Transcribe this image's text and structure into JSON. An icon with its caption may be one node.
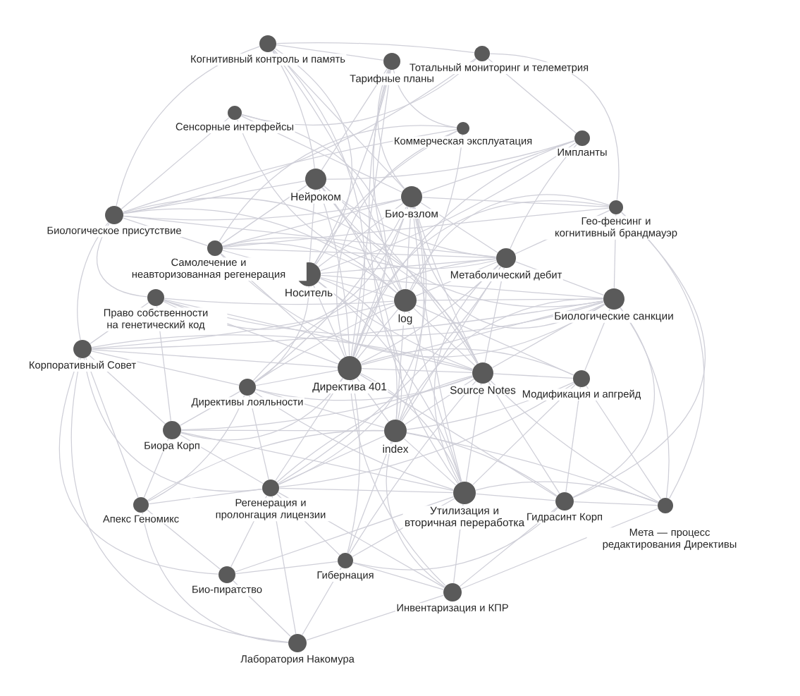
{
  "diagram": {
    "nodes": [
      {
        "text": [
          "Когнитивный контроль и память"
        ]
      },
      {
        "text": [
          "Тарифные планы"
        ]
      },
      {
        "text": [
          "Тотальный мониторинг и телеметрия"
        ]
      },
      {
        "text": [
          "Сенсорные интерфейсы"
        ]
      },
      {
        "text": [
          "Коммерческая эксплуатация"
        ]
      },
      {
        "text": [
          "Импланты"
        ]
      },
      {
        "text": [
          "Нейроком"
        ]
      },
      {
        "text": [
          "Био-взлом"
        ]
      },
      {
        "text": [
          "Гео-фенсинг и когнитивный брандмауэр"
        ]
      },
      {
        "text": [
          "Биологическое присутствие"
        ]
      },
      {
        "text": [
          "Самолечение и неавторизованная регенерация"
        ]
      },
      {
        "text": [
          "Метаболический дебит"
        ]
      },
      {
        "text": [
          "Носитель"
        ]
      },
      {
        "text": [
          "Право собственности на генетический код"
        ]
      },
      {
        "text": [
          "log"
        ]
      },
      {
        "text": [
          "Биологические санкции"
        ]
      },
      {
        "text": [
          "Корпоративный Совет"
        ]
      },
      {
        "text": [
          "Директива 401"
        ]
      },
      {
        "text": [
          "Source Notes"
        ]
      },
      {
        "text": [
          "Модификация и апгрейд"
        ]
      },
      {
        "text": [
          "Директивы лояльности"
        ]
      },
      {
        "text": [
          "Биора Корп"
        ]
      },
      {
        "text": [
          "index"
        ]
      },
      {
        "text": [
          "Регенерация и пролонгация лицензии"
        ]
      },
      {
        "text": [
          "Утилизация и вторичная переработка"
        ]
      },
      {
        "text": [
          "Гидрасинт Корп"
        ]
      },
      {
        "text": [
          "Апекс Геномикс"
        ]
      },
      {
        "text": [
          "Мета — процесс редактирования Директивы"
        ]
      },
      {
        "text": [
          "Гибернация"
        ]
      },
      {
        "text": [
          "Био-пиратство"
        ]
      },
      {
        "text": [
          "Инвентаризация и КПР"
        ]
      },
      {
        "text": [
          "Лаборатория Накомура"
        ]
      }
    ],
    "edges": [
      {
        "from": 0,
        "to": 2,
        "arrow": "none"
      },
      {
        "from": 0,
        "to": 1,
        "arrow": "none"
      },
      {
        "from": 0,
        "to": 9,
        "arrow": "none"
      },
      {
        "from": 0,
        "to": 12,
        "arrow": "none"
      },
      {
        "from": 0,
        "to": 17,
        "arrow": "none"
      },
      {
        "from": 0,
        "to": 14,
        "arrow": "none"
      },
      {
        "from": 0,
        "to": 7,
        "arrow": "none"
      },
      {
        "from": 0,
        "to": 6,
        "arrow": "none"
      },
      {
        "from": 2,
        "to": 5,
        "arrow": "none"
      },
      {
        "from": 2,
        "to": 8,
        "arrow": "none"
      },
      {
        "from": 2,
        "to": 9,
        "arrow": "none"
      },
      {
        "from": 2,
        "to": 3,
        "arrow": "none"
      },
      {
        "from": 1,
        "to": 12,
        "arrow": "none"
      },
      {
        "from": 1,
        "to": 17,
        "arrow": "none"
      },
      {
        "from": 1,
        "to": 14,
        "arrow": "none"
      },
      {
        "from": 1,
        "to": 24,
        "arrow": "none"
      },
      {
        "from": 1,
        "to": 7,
        "arrow": "none"
      },
      {
        "from": 1,
        "to": 6,
        "arrow": "none"
      },
      {
        "from": 1,
        "to": 4,
        "arrow": "none"
      },
      {
        "from": 3,
        "to": 9,
        "arrow": "none"
      },
      {
        "from": 3,
        "to": 17,
        "arrow": "none"
      },
      {
        "from": 3,
        "to": 7,
        "arrow": "none"
      },
      {
        "from": 3,
        "to": 11,
        "arrow": "none"
      },
      {
        "from": 4,
        "to": 17,
        "arrow": "none"
      },
      {
        "from": 4,
        "to": 12,
        "arrow": "none"
      },
      {
        "from": 4,
        "to": 10,
        "arrow": "none"
      },
      {
        "from": 4,
        "to": 14,
        "arrow": "none"
      },
      {
        "from": 4,
        "to": 9,
        "arrow": "none"
      },
      {
        "from": 5,
        "to": 11,
        "arrow": "none"
      },
      {
        "from": 5,
        "to": 17,
        "arrow": "none"
      },
      {
        "from": 5,
        "to": 12,
        "arrow": "none"
      },
      {
        "from": 5,
        "to": 7,
        "arrow": "none"
      },
      {
        "from": 5,
        "to": 6,
        "arrow": "none"
      },
      {
        "from": 6,
        "to": 9,
        "arrow": "none"
      },
      {
        "from": 6,
        "to": 12,
        "arrow": "none"
      },
      {
        "from": 6,
        "to": 17,
        "arrow": "none"
      },
      {
        "from": 6,
        "to": 14,
        "arrow": "none"
      },
      {
        "from": 6,
        "to": 22,
        "arrow": "none"
      },
      {
        "from": 6,
        "to": 11,
        "arrow": "none"
      },
      {
        "from": 6,
        "to": 18,
        "arrow": "none"
      },
      {
        "from": 6,
        "to": 15,
        "arrow": "none"
      },
      {
        "from": 6,
        "to": 10,
        "arrow": "none"
      },
      {
        "from": 7,
        "to": 12,
        "arrow": "none"
      },
      {
        "from": 7,
        "to": 14,
        "arrow": "none"
      },
      {
        "from": 7,
        "to": 17,
        "arrow": "none"
      },
      {
        "from": 7,
        "to": 22,
        "arrow": "none"
      },
      {
        "from": 7,
        "to": 18,
        "arrow": "none"
      },
      {
        "from": 7,
        "to": 11,
        "arrow": "none"
      },
      {
        "from": 7,
        "to": 20,
        "arrow": "none"
      },
      {
        "from": 7,
        "to": 13,
        "arrow": "none"
      },
      {
        "from": 7,
        "to": 10,
        "arrow": "none"
      },
      {
        "from": 7,
        "to": 24,
        "arrow": "none"
      },
      {
        "from": 7,
        "to": 8,
        "arrow": "none"
      },
      {
        "from": 7,
        "to": 9,
        "arrow": "none"
      },
      {
        "from": 7,
        "to": 15,
        "arrow": "none"
      },
      {
        "from": 7,
        "to": 23,
        "arrow": "none"
      },
      {
        "from": 8,
        "to": 11,
        "arrow": "none"
      },
      {
        "from": 8,
        "to": 15,
        "arrow": "none"
      },
      {
        "from": 8,
        "to": 17,
        "arrow": "none"
      },
      {
        "from": 8,
        "to": 25,
        "arrow": "none"
      },
      {
        "from": 8,
        "to": 10,
        "arrow": "none"
      },
      {
        "from": 8,
        "to": 27,
        "arrow": "none"
      },
      {
        "from": 8,
        "to": 14,
        "arrow": "none"
      },
      {
        "from": 9,
        "to": 10,
        "arrow": "none"
      },
      {
        "from": 9,
        "to": 13,
        "arrow": "none"
      },
      {
        "from": 9,
        "to": 16,
        "arrow": "none"
      },
      {
        "from": 9,
        "to": 14,
        "arrow": "none"
      },
      {
        "from": 9,
        "to": 18,
        "arrow": "none"
      },
      {
        "from": 9,
        "to": 11,
        "arrow": "none"
      },
      {
        "from": 10,
        "to": 12,
        "arrow": "none"
      },
      {
        "from": 10,
        "to": 14,
        "arrow": "none"
      },
      {
        "from": 10,
        "to": 17,
        "arrow": "none"
      },
      {
        "from": 10,
        "to": 15,
        "arrow": "none"
      },
      {
        "from": 10,
        "to": 11,
        "arrow": "none"
      },
      {
        "from": 10,
        "to": 18,
        "arrow": "none"
      },
      {
        "from": 11,
        "to": 12,
        "arrow": "none"
      },
      {
        "from": 11,
        "to": 14,
        "arrow": "none"
      },
      {
        "from": 11,
        "to": 17,
        "arrow": "none"
      },
      {
        "from": 11,
        "to": 18,
        "arrow": "none"
      },
      {
        "from": 11,
        "to": 22,
        "arrow": "none"
      },
      {
        "from": 11,
        "to": 15,
        "arrow": "none"
      },
      {
        "from": 11,
        "to": 20,
        "arrow": "none"
      },
      {
        "from": 11,
        "to": 23,
        "arrow": "none"
      },
      {
        "from": 11,
        "to": 24,
        "arrow": "none"
      },
      {
        "from": 12,
        "to": 14,
        "arrow": "none"
      },
      {
        "from": 12,
        "to": 17,
        "arrow": "none"
      },
      {
        "from": 12,
        "to": 18,
        "arrow": "none"
      },
      {
        "from": 12,
        "to": 22,
        "arrow": "none"
      },
      {
        "from": 12,
        "to": 24,
        "arrow": "none"
      },
      {
        "from": 12,
        "to": 20,
        "arrow": "none"
      },
      {
        "from": 12,
        "to": 15,
        "arrow": "none"
      },
      {
        "from": 13,
        "to": 14,
        "arrow": "none"
      },
      {
        "from": 13,
        "to": 16,
        "arrow": "none"
      },
      {
        "from": 13,
        "to": 17,
        "arrow": "none"
      },
      {
        "from": 13,
        "to": 18,
        "arrow": "none"
      },
      {
        "from": 13,
        "to": 21,
        "arrow": "none"
      },
      {
        "from": 13,
        "to": 15,
        "arrow": "none"
      },
      {
        "from": 14,
        "to": 15,
        "arrow": "none"
      },
      {
        "from": 14,
        "to": 16,
        "arrow": "none"
      },
      {
        "from": 14,
        "to": 17,
        "arrow": "none"
      },
      {
        "from": 14,
        "to": 18,
        "arrow": "none"
      },
      {
        "from": 14,
        "to": 22,
        "arrow": "none"
      },
      {
        "from": 14,
        "to": 24,
        "arrow": "none"
      },
      {
        "from": 14,
        "to": 20,
        "arrow": "none"
      },
      {
        "from": 14,
        "to": 19,
        "arrow": "none"
      },
      {
        "from": 15,
        "to": 17,
        "arrow": "none"
      },
      {
        "from": 15,
        "to": 18,
        "arrow": "none"
      },
      {
        "from": 15,
        "to": 19,
        "arrow": "none"
      },
      {
        "from": 15,
        "to": 22,
        "arrow": "none"
      },
      {
        "from": 15,
        "to": 25,
        "arrow": "none"
      },
      {
        "from": 15,
        "to": 27,
        "arrow": "none"
      },
      {
        "from": 15,
        "to": 16,
        "arrow": "none"
      },
      {
        "from": 16,
        "to": 17,
        "arrow": "none"
      },
      {
        "from": 16,
        "to": 18,
        "arrow": "none"
      },
      {
        "from": 16,
        "to": 20,
        "arrow": "none"
      },
      {
        "from": 16,
        "to": 21,
        "arrow": "none"
      },
      {
        "from": 16,
        "to": 26,
        "arrow": "none"
      },
      {
        "from": 16,
        "to": 29,
        "arrow": "none"
      },
      {
        "from": 16,
        "to": 31,
        "arrow": "none"
      },
      {
        "from": 16,
        "to": 23,
        "arrow": "none"
      },
      {
        "from": 17,
        "to": 18,
        "arrow": "none"
      },
      {
        "from": 17,
        "to": 20,
        "arrow": "none"
      },
      {
        "from": 17,
        "to": 21,
        "arrow": "none"
      },
      {
        "from": 17,
        "to": 22,
        "arrow": "none"
      },
      {
        "from": 17,
        "to": 23,
        "arrow": "none"
      },
      {
        "from": 17,
        "to": 24,
        "arrow": "none"
      },
      {
        "from": 17,
        "to": 19,
        "arrow": "none"
      },
      {
        "from": 17,
        "to": 28,
        "arrow": "none"
      },
      {
        "from": 17,
        "to": 30,
        "arrow": "none"
      },
      {
        "from": 17,
        "to": 25,
        "arrow": "none"
      },
      {
        "from": 18,
        "to": 19,
        "arrow": "none"
      },
      {
        "from": 18,
        "to": 22,
        "arrow": "none"
      },
      {
        "from": 18,
        "to": 24,
        "arrow": "none"
      },
      {
        "from": 18,
        "to": 25,
        "arrow": "none"
      },
      {
        "from": 18,
        "to": 20,
        "arrow": "none"
      },
      {
        "from": 18,
        "to": 23,
        "arrow": "none"
      },
      {
        "from": 18,
        "to": 21,
        "arrow": "none"
      },
      {
        "from": 18,
        "to": 27,
        "arrow": "none"
      },
      {
        "from": 18,
        "to": 28,
        "arrow": "none"
      },
      {
        "from": 19,
        "to": 22,
        "arrow": "none"
      },
      {
        "from": 19,
        "to": 24,
        "arrow": "none"
      },
      {
        "from": 19,
        "to": 25,
        "arrow": "none"
      },
      {
        "from": 19,
        "to": 27,
        "arrow": "none"
      },
      {
        "from": 19,
        "to": 23,
        "arrow": "none"
      },
      {
        "from": 20,
        "to": 21,
        "arrow": "none"
      },
      {
        "from": 20,
        "to": 22,
        "arrow": "none"
      },
      {
        "from": 20,
        "to": 23,
        "arrow": "none"
      },
      {
        "from": 20,
        "to": 24,
        "arrow": "none"
      },
      {
        "from": 20,
        "to": 26,
        "arrow": "none"
      },
      {
        "from": 21,
        "to": 22,
        "arrow": "none"
      },
      {
        "from": 21,
        "to": 23,
        "arrow": "none"
      },
      {
        "from": 21,
        "to": 26,
        "arrow": "none"
      },
      {
        "from": 21,
        "to": 24,
        "arrow": "none"
      },
      {
        "from": 22,
        "to": 23,
        "arrow": "none"
      },
      {
        "from": 22,
        "to": 24,
        "arrow": "none"
      },
      {
        "from": 22,
        "to": 25,
        "arrow": "none"
      },
      {
        "from": 22,
        "to": 28,
        "arrow": "none"
      },
      {
        "from": 22,
        "to": 30,
        "arrow": "none"
      },
      {
        "from": 22,
        "to": 26,
        "arrow": "none"
      },
      {
        "from": 22,
        "to": 27,
        "arrow": "none"
      },
      {
        "from": 23,
        "to": 24,
        "arrow": "none"
      },
      {
        "from": 23,
        "to": 26,
        "arrow": "none"
      },
      {
        "from": 23,
        "to": 29,
        "arrow": "none"
      },
      {
        "from": 23,
        "to": 31,
        "arrow": "none"
      },
      {
        "from": 23,
        "to": 28,
        "arrow": "none"
      },
      {
        "from": 23,
        "to": 30,
        "arrow": "none"
      },
      {
        "from": 24,
        "to": 25,
        "arrow": "none"
      },
      {
        "from": 24,
        "to": 28,
        "arrow": "none"
      },
      {
        "from": 24,
        "to": 30,
        "arrow": "none"
      },
      {
        "from": 24,
        "to": 27,
        "arrow": "none"
      },
      {
        "from": 24,
        "to": 29,
        "arrow": "none"
      },
      {
        "from": 25,
        "to": 27,
        "arrow": "none"
      },
      {
        "from": 25,
        "to": 30,
        "arrow": "none"
      },
      {
        "from": 25,
        "to": 28,
        "arrow": "none"
      },
      {
        "from": 26,
        "to": 29,
        "arrow": "none"
      },
      {
        "from": 26,
        "to": 31,
        "arrow": "none"
      },
      {
        "from": 28,
        "to": 30,
        "arrow": "none"
      },
      {
        "from": 28,
        "to": 29,
        "arrow": "none"
      },
      {
        "from": 28,
        "to": 31,
        "arrow": "none"
      },
      {
        "from": 29,
        "to": 31,
        "arrow": "none"
      },
      {
        "from": 30,
        "to": 31,
        "arrow": "none"
      },
      {
        "from": 27,
        "to": 30,
        "arrow": "none"
      }
    ]
  }
}
